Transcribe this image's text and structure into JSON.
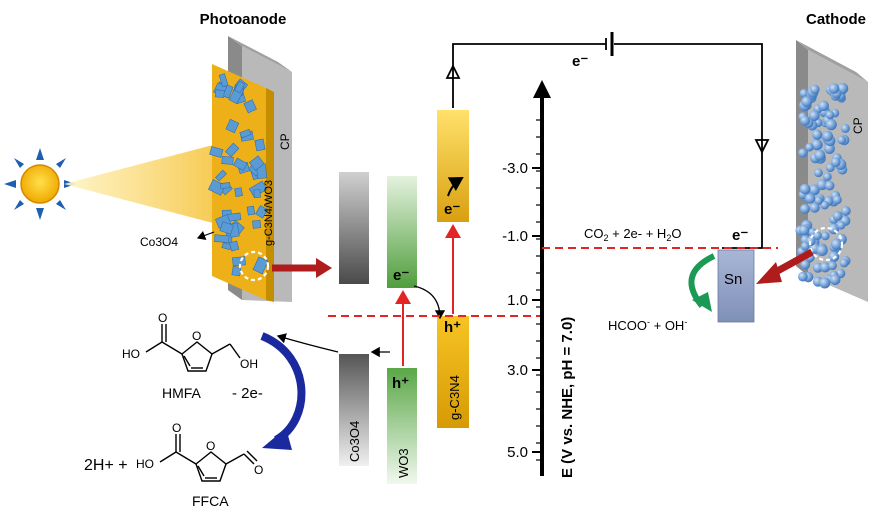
{
  "labels": {
    "photoanode": "Photoanode",
    "cathode": "Cathode",
    "cp_left": "CP",
    "cp_right": "CP",
    "film": "g-C3N4/WO3",
    "co3o4_side": "Co3O4",
    "electron_wire": "e⁻",
    "reduction": "CO2 + 2e- + H2O",
    "e_cathode": "e⁻",
    "sn": "Sn",
    "products_cathode": "HCOO- + OH-",
    "minus2e": "- 2e-",
    "hmfa": "HMFA",
    "ffca": "FFCA",
    "protons": "2H+ +"
  },
  "molecule_labels": {
    "ho1": "HO",
    "oh": "OH",
    "o1": "O",
    "ring_o1": "O",
    "ho2": "HO",
    "o2": "O",
    "ring_o2": "O",
    "o_ald": "O"
  },
  "bands": {
    "co3o4": "Co3O4",
    "wo3": "WO3",
    "gc3n4": "g-C3N4",
    "e_wo3": "e⁻",
    "h_wo3": "h⁺",
    "e_gc3n4": "e⁻",
    "h_gc3n4": "h⁺"
  },
  "axis": {
    "title": "E (V vs. NHE, pH = 7.0)",
    "ticks": [
      "-3.0",
      "-1.0",
      "1.0",
      "3.0",
      "5.0"
    ]
  },
  "colors": {
    "red_line": "#e32424",
    "dark_red_arrow": "#b01c1c",
    "blue_arrow": "#1a2a9e",
    "green_arrow": "#1c9a55",
    "gold": "#f2b50c",
    "green_band": "#5fa84a",
    "gray_band": "#6d6d6d",
    "sn_block": "#97a6c9",
    "sphere_blue": "#5b8fcf"
  }
}
